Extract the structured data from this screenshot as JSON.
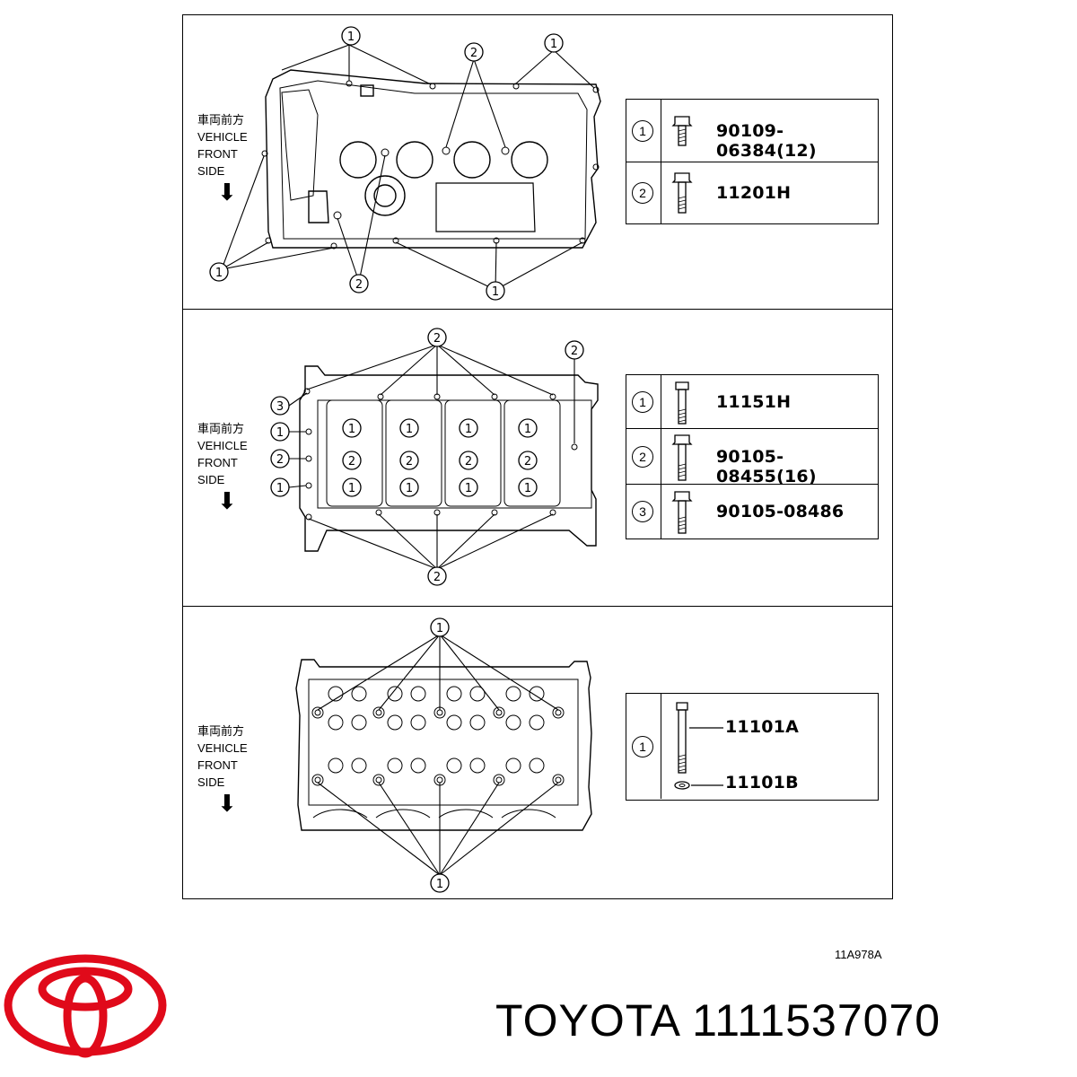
{
  "direction_label": {
    "jp": "車両前方",
    "line1": "VEHICLE",
    "line2": "FRONT",
    "line3": "SIDE"
  },
  "panels": [
    {
      "callouts": [
        "1",
        "2",
        "1",
        "1",
        "2",
        "1"
      ],
      "parts": [
        {
          "num": "1",
          "code": "90109-06384(12)"
        },
        {
          "num": "2",
          "code": "11201H"
        }
      ]
    },
    {
      "callouts": [
        "2",
        "2",
        "3",
        "1",
        "2",
        "1",
        "1",
        "1",
        "1",
        "1",
        "2",
        "2",
        "2",
        "2",
        "1",
        "1",
        "1",
        "1",
        "2"
      ],
      "parts": [
        {
          "num": "1",
          "code": "11151H"
        },
        {
          "num": "2",
          "code": "90105-08455(16)"
        },
        {
          "num": "3",
          "code": "90105-08486"
        }
      ]
    },
    {
      "callouts": [
        "1",
        "1"
      ],
      "parts": [
        {
          "num": "1",
          "codes": [
            "11101A",
            "11101B"
          ]
        }
      ]
    }
  ],
  "figure_ref": "11A978A",
  "brand": "TOYOTA",
  "part_number": "1111537070",
  "colors": {
    "logo": "#e00a1a",
    "line": "#000000",
    "background": "#ffffff"
  }
}
